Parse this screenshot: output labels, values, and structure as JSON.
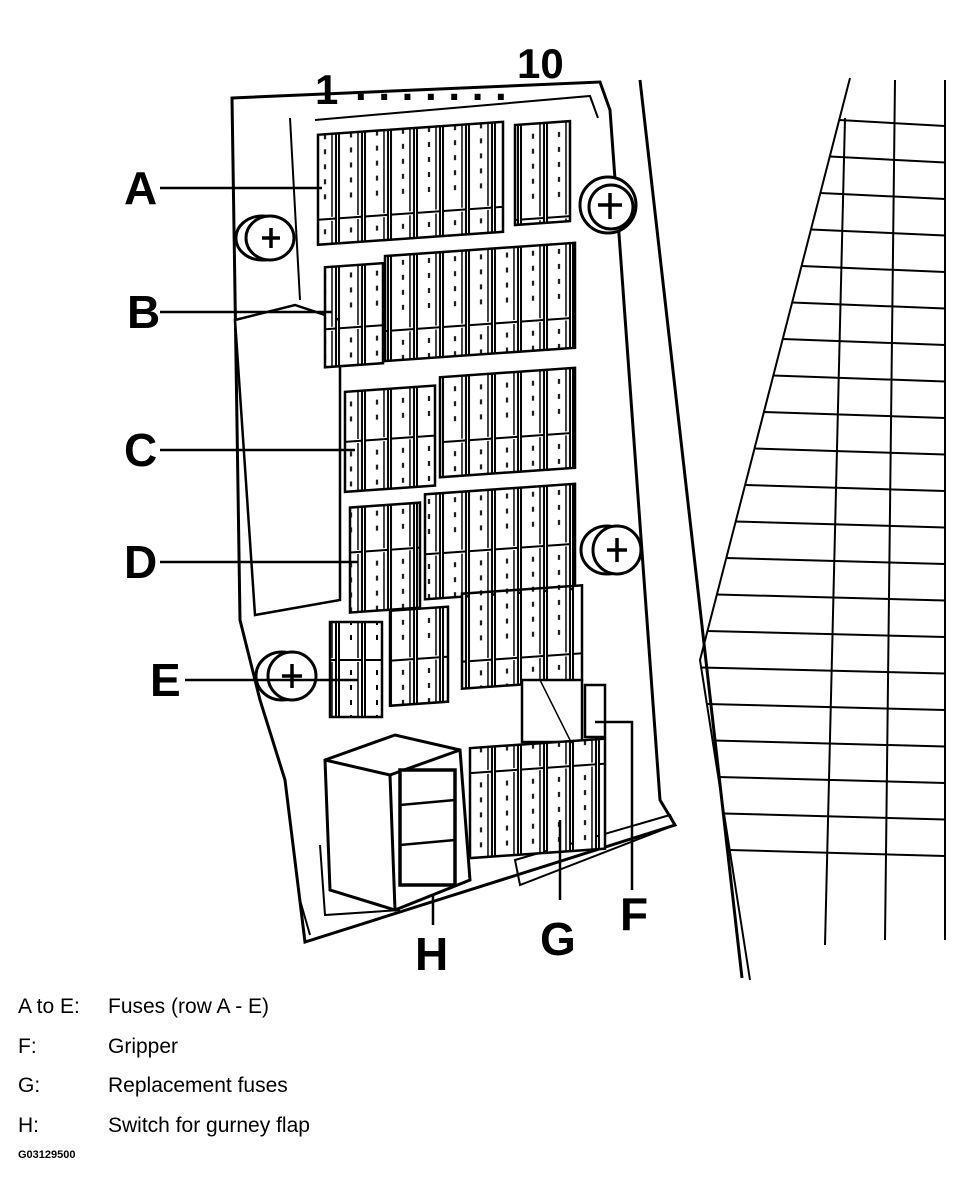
{
  "column_range": {
    "start": "1",
    "dots": ". . . . . . .",
    "end": "10"
  },
  "callouts": {
    "A": "A",
    "B": "B",
    "C": "C",
    "D": "D",
    "E": "E",
    "F": "F",
    "G": "G",
    "H": "H"
  },
  "legend": [
    {
      "key": "A to E:",
      "desc": "Fuses (row A - E)"
    },
    {
      "key": "F:",
      "desc": "Gripper"
    },
    {
      "key": "G:",
      "desc": "Replacement fuses"
    },
    {
      "key": "H:",
      "desc": "Switch for gurney flap"
    }
  ],
  "figure_id": "G03129500"
}
